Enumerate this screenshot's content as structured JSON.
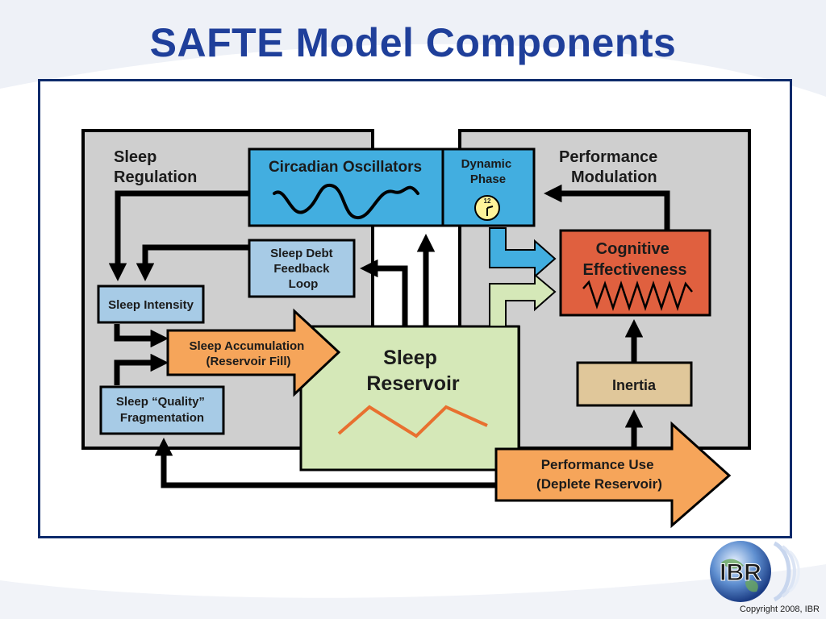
{
  "slide": {
    "title": "SAFTE Model Components",
    "copyright": "Copyright 2008, IBR"
  },
  "logo": {
    "text": "IBR"
  },
  "diagram": {
    "sleep_regulation_panel": [
      "Sleep",
      "Regulation"
    ],
    "performance_modulation_panel": [
      "Performance",
      "Modulation"
    ],
    "circadian_oscillators": "Circadian Oscillators",
    "dynamic_phase": [
      "Dynamic",
      "Phase"
    ],
    "clock_number": "12",
    "sleep_debt": [
      "Sleep Debt",
      "Feedback",
      "Loop"
    ],
    "sleep_intensity": "Sleep Intensity",
    "sleep_accumulation": [
      "Sleep Accumulation",
      "(Reservoir Fill)"
    ],
    "sleep_quality": [
      "Sleep “Quality”",
      "Fragmentation"
    ],
    "sleep_reservoir": [
      "Sleep",
      "Reservoir"
    ],
    "cognitive_effectiveness": [
      "Cognitive",
      "Effectiveness"
    ],
    "inertia": "Inertia",
    "performance_use": [
      "Performance Use",
      "(Deplete Reservoir)"
    ]
  },
  "colors": {
    "title": "#1f3f9a",
    "panel_gray": "#cfcfcf",
    "circadian_blue": "#42aee0",
    "box_light_blue": "#a7cbe6",
    "orange_arrow": "#f6a55a",
    "reservoir_green": "#d5e8b8",
    "cognitive_red": "#e0603f",
    "inertia_tan": "#e0c79a"
  }
}
